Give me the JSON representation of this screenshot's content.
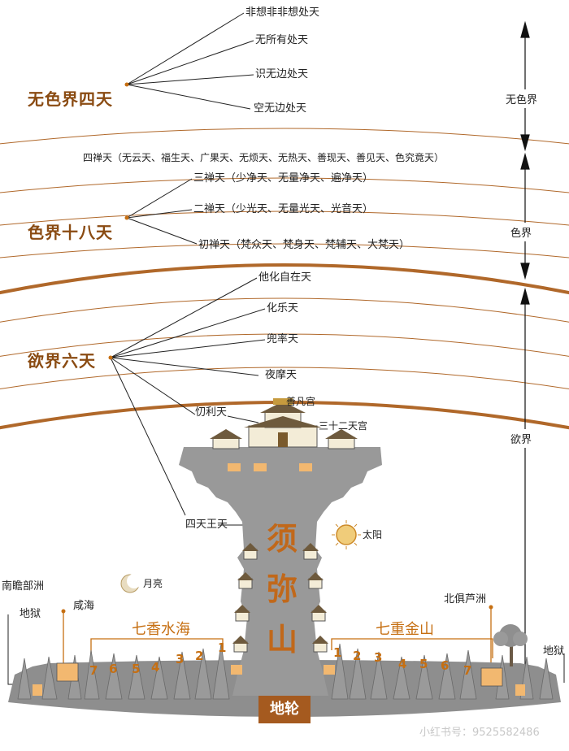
{
  "realms": {
    "formless": "无色界四天",
    "form": "色界十八天",
    "desire": "欲界六天"
  },
  "heavens": {
    "formless": [
      "非想非非想处天",
      "无所有处天",
      "识无边处天",
      "空无边处天"
    ],
    "form": [
      "四禅天（无云天、福生天、广果天、无烦天、无热天、善现天、善见天、色究竟天）",
      "三禅天（少净天、无量净天、遍净天）",
      "二禅天（少光天、无量光天、光音天）",
      "初禅天（梵众天、梵身天、梵辅天、大梵天）"
    ],
    "desire": [
      "他化自在天",
      "化乐天",
      "兜率天",
      "夜摩天",
      "忉利天",
      "四天王天"
    ]
  },
  "side_labels": {
    "formless": "无色界",
    "form": "色界",
    "desire": "欲界"
  },
  "palace": {
    "main": "善凡宫",
    "palaces": "三十二天宫"
  },
  "mountain": {
    "chars": [
      "须",
      "弥",
      "山"
    ]
  },
  "bodies": {
    "sun": "太阳",
    "moon": "月亮"
  },
  "continents": {
    "south": "南瞻部洲",
    "north": "北俱芦洲"
  },
  "places": {
    "hell_left": "地狱",
    "hell_right": "地狱",
    "salt_sea": "咸海"
  },
  "seas": {
    "left": "七香水海",
    "right": "七重金山"
  },
  "numbers_left": [
    "7",
    "6",
    "5",
    "4",
    "3",
    "2",
    "1"
  ],
  "numbers_right": [
    "1",
    "2",
    "3",
    "4",
    "5",
    "6",
    "7"
  ],
  "base": "地轮",
  "watermark": "小红书号：9525582486",
  "colors": {
    "accent": "#8a4b12",
    "orange": "#c66f12",
    "arc": "#b0682a",
    "mountain": "#8e8e8e"
  }
}
